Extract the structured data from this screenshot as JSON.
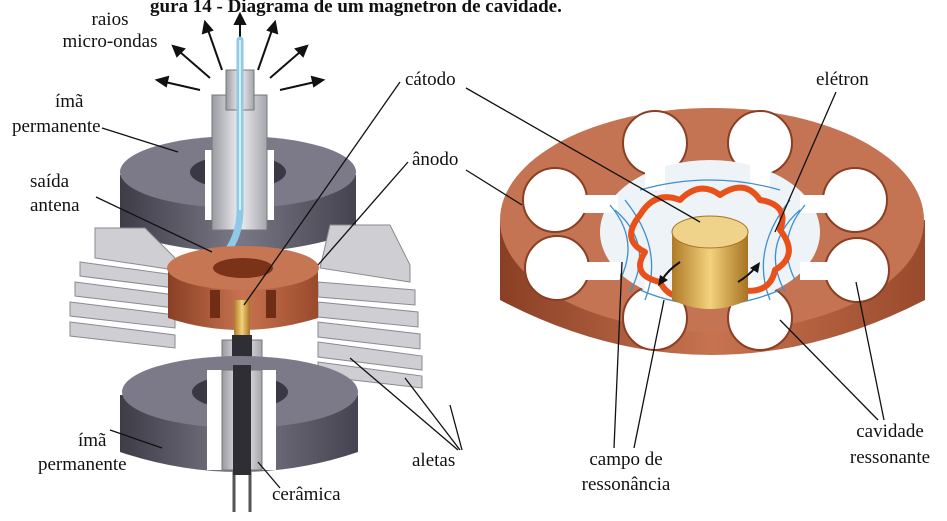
{
  "top_caption": "gura 14 - Diagrama de um magnetron de cavidade.",
  "labels": {
    "raios": "raios",
    "micro_ondas": "micro-ondas",
    "ima_top_1": "ímã",
    "ima_top_2": "permanente",
    "saida_1": "saída",
    "saida_2": "antena",
    "catodo": "cátodo",
    "anodo": "ânodo",
    "eletron": "elétron",
    "ima_bot_1": "ímã",
    "ima_bot_2": "permanente",
    "aletas": "aletas",
    "ceramica": "cerâmica",
    "campo_1": "campo de",
    "campo_2": "ressonância",
    "cavidade_1": "cavidade",
    "cavidade_2": "ressonante"
  },
  "colors": {
    "magnet": "#55525e",
    "magnet_light": "#8a8896",
    "fins": "#c9c9cc",
    "copper": "#b4613f",
    "copper_dark": "#8a3f24",
    "copper_light": "#d68a65",
    "cathode": "#d4a24a",
    "wave": "#e8511a",
    "field": "#3d8fd0",
    "antenna": "#8ec9e8"
  },
  "icons": [
    "microwave-ray-arrow-icon"
  ]
}
